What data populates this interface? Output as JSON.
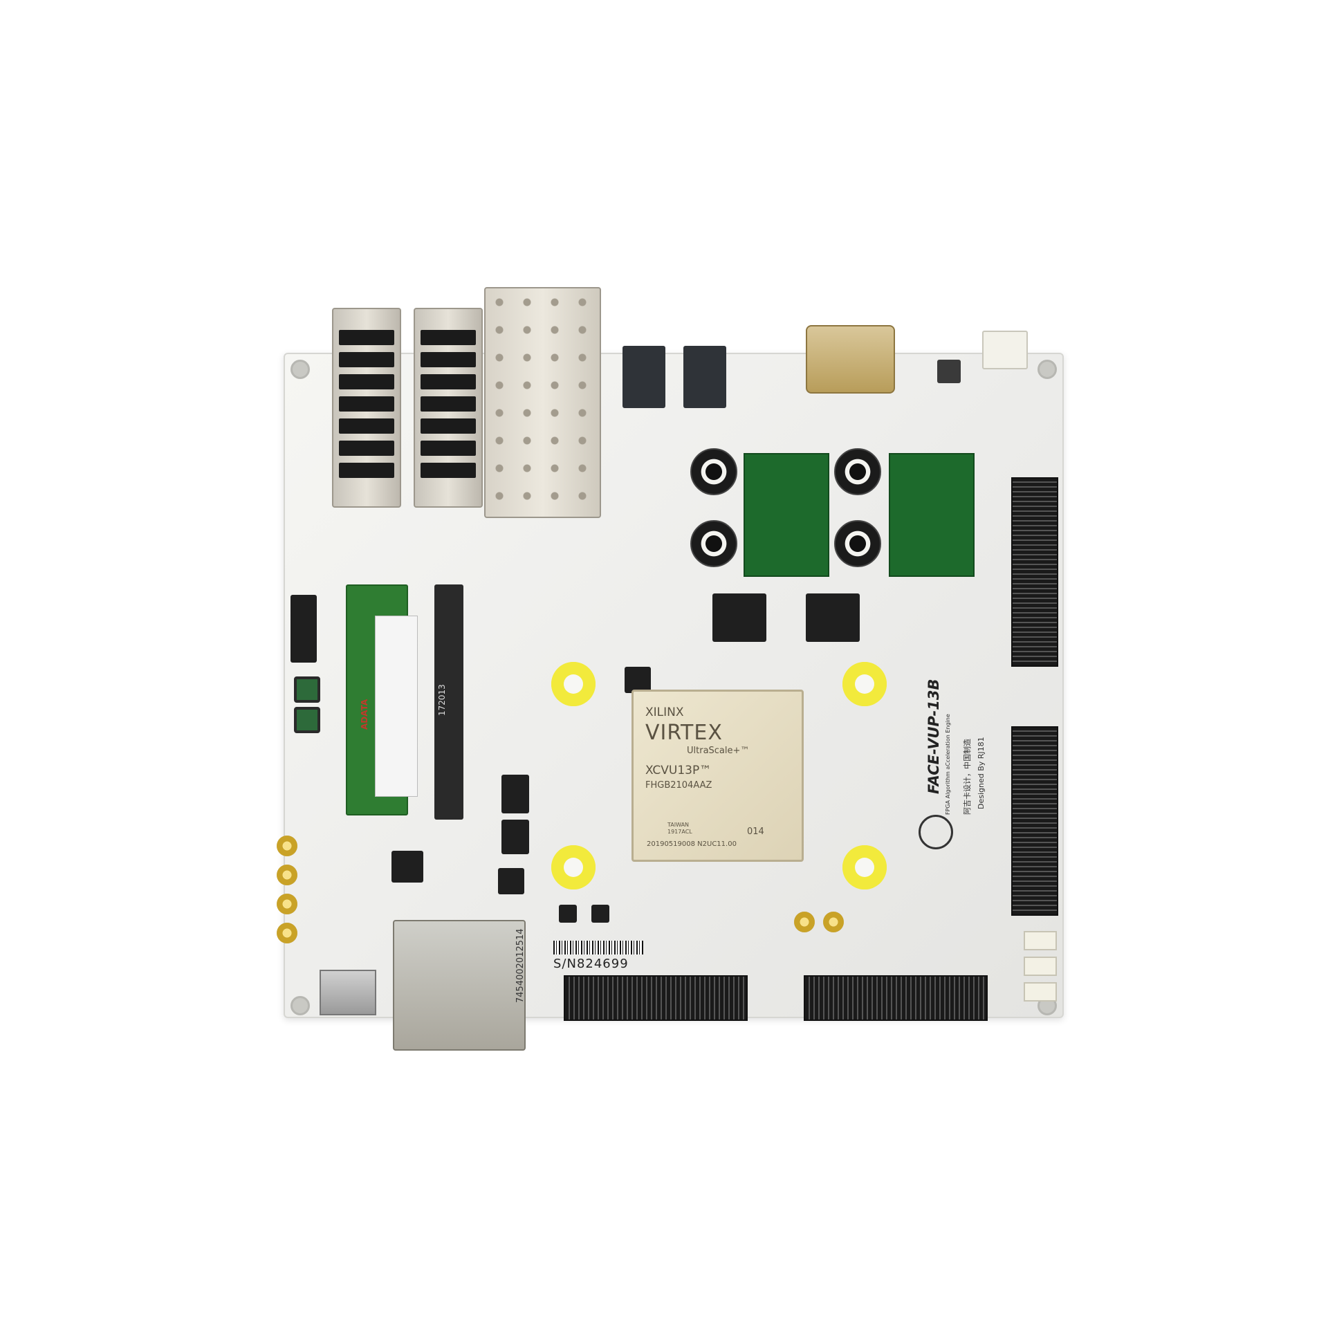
{
  "fpga": {
    "brand": "XILINX",
    "family": "VIRTEX",
    "subfamily": "UltraScale+™",
    "part": "XCVU13P™",
    "package": "FHGB2104AAZ",
    "origin": "TAIWAN",
    "lot": "1917ACL",
    "code": "014",
    "date_code": "20190519008 N2UC11.00"
  },
  "board": {
    "name": "FACE-VUP-13B",
    "subtitle": "FPGA Algorithm aCceleration Engine",
    "cn_slogan": "阿吉卡设计，中国制造",
    "designer": "Designed By RJ181",
    "serial": "S/N824699",
    "qsfp_barcode": "7454002012514"
  },
  "ddr": {
    "brand": "ADATA",
    "label_code": "172013"
  },
  "colors": {
    "pcb": "#ecece9",
    "fpga_lid": "#e8e0c8",
    "yellow_ring": "#f2ea3c",
    "memory_green": "#2f7d32",
    "power_module": "#1d6a2c"
  }
}
